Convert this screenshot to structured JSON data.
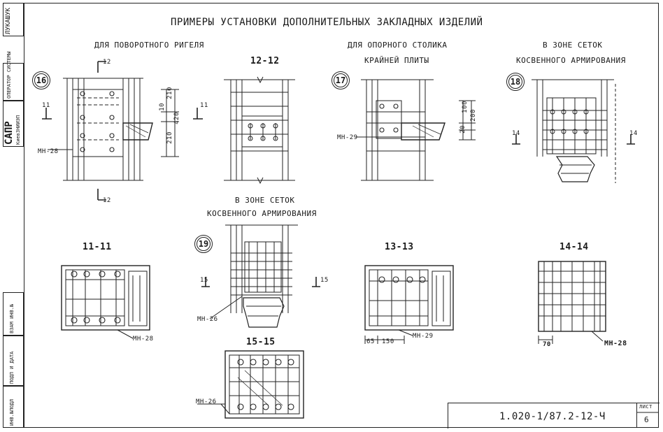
{
  "title": "ПРИМЕРЫ УСТАНОВКИ ДОПОЛНИТЕЛЬНЫХ ЗАКЛАДНЫХ ИЗДЕЛИЙ",
  "side_panel": {
    "top_names": [
      "ЛУКАШУК",
      "ОПЕРАТОР СИСТЕМЫ"
    ],
    "org": "САПР",
    "org_sub": "КиевЗНИИЭП",
    "bottom_cells": [
      "ИНВ.№ПОДЛ",
      "ПОДП И ДАТА",
      "ВЗАМ ИНВ.№"
    ]
  },
  "groups": {
    "g16": {
      "number": "16",
      "heading": "ДЛЯ ПОВОРОТНОГО РИГЕЛЯ",
      "mark": "МН-28",
      "dims": [
        "210",
        "10",
        "420",
        "210"
      ],
      "cut_marks": [
        "12",
        "12",
        "11",
        "11"
      ]
    },
    "g12": {
      "section": "12-12"
    },
    "g17": {
      "number": "17",
      "heading_line1": "ДЛЯ ОПОРНОГО СТОЛИКА",
      "heading_line2": "КРАЙНЕЙ ПЛИТЫ",
      "mark": "МН-29",
      "dims": [
        "100",
        "200",
        "20"
      ]
    },
    "g18": {
      "number": "18",
      "heading_line1": "В ЗОНЕ СЕТОК",
      "heading_line2": "КОСВЕННОГО АРМИРОВАНИЯ",
      "cut_marks": [
        "14",
        "14"
      ]
    },
    "g19": {
      "number": "19",
      "heading_line1": "В ЗОНЕ СЕТОК",
      "heading_line2": "КОСВЕННОГО АРМИРОВАНИЯ",
      "mark": "МН-26",
      "cut_marks": [
        "15",
        "15"
      ]
    },
    "s11": {
      "section": "11-11",
      "mark": "МН-28"
    },
    "s13": {
      "section": "13-13",
      "mark": "МН-29",
      "dims": [
        "65",
        "150"
      ]
    },
    "s14": {
      "section": "14-14",
      "mark": "МН-28",
      "dims": [
        "70"
      ]
    },
    "s15": {
      "section": "15-15",
      "mark": "МН-26"
    }
  },
  "stamp": {
    "code": "1.020-1/87.2-12-Ч",
    "sheet_label": "ЛИСТ",
    "sheet_number": "6"
  }
}
